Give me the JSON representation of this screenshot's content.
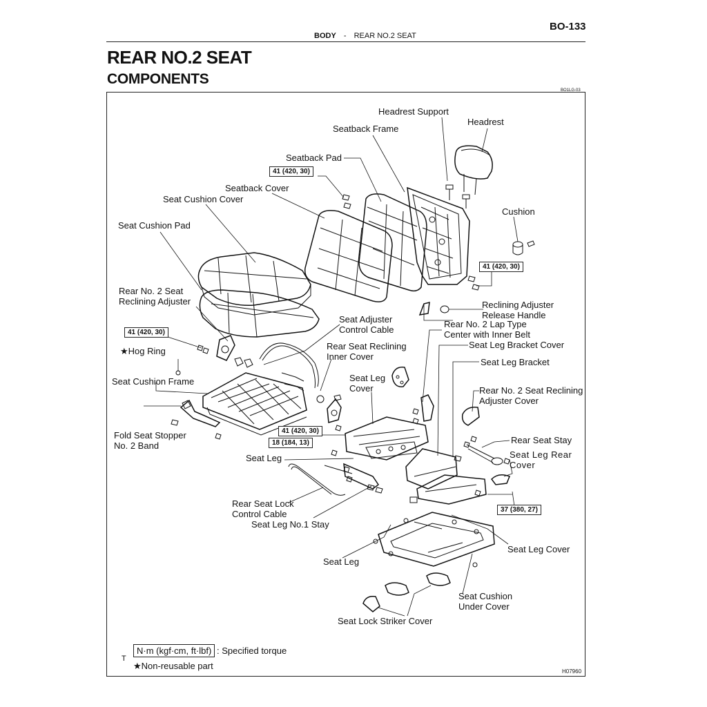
{
  "header": {
    "page_number": "BO-133",
    "section": "BODY",
    "separator": "-",
    "subsection": "REAR NO.2 SEAT"
  },
  "title": "REAR NO.2 SEAT",
  "subtitle": "COMPONENTS",
  "doc_code": "BO1LG-03",
  "figure_id": "H07960",
  "labels": {
    "headrest_support": "Headrest Support",
    "headrest": "Headrest",
    "seatback_frame": "Seatback Frame",
    "seatback_pad": "Seatback Pad",
    "seatback_cover": "Seatback Cover",
    "seat_cushion_cover": "Seat Cushion Cover",
    "cushion": "Cushion",
    "seat_cushion_pad": "Seat Cushion Pad",
    "rear_no2_reclining_adjuster": "Rear No. 2 Seat\nReclining Adjuster",
    "reclining_adjuster_release_handle": "Reclining Adjuster\nRelease Handle",
    "rear_no2_lap_type_center": "Rear No. 2 Lap Type\nCenter with Inner Belt",
    "seat_adjuster_control_cable": "Seat Adjuster\nControl Cable",
    "seat_leg_bracket_cover": "Seat Leg Bracket Cover",
    "hog_ring": "★Hog Ring",
    "rear_seat_reclining_inner_cover": "Rear Seat Reclining\nInner Cover",
    "seat_leg_bracket": "Seat Leg Bracket",
    "seat_cushion_frame": "Seat Cushion Frame",
    "seat_leg_cover_upper": "Seat Leg\nCover",
    "rear_no2_reclining_adjuster_cover": "Rear No. 2 Seat Reclining\nAdjuster Cover",
    "fold_seat_stopper": "Fold Seat Stopper\nNo. 2 Band",
    "rear_seat_stay": "Rear Seat Stay",
    "seat_leg_rear_cover": "Seat Leg Rear\nCover",
    "seat_leg_upper": "Seat Leg",
    "rear_seat_lock_control_cable": "Rear Seat Lock\nControl Cable",
    "seat_leg_no1_stay": "Seat Leg No.1  Stay",
    "seat_leg_cover_lower": "Seat Leg Cover",
    "seat_leg_lower": "Seat Leg",
    "seat_cushion_under_cover": "Seat Cushion\nUnder Cover",
    "seat_lock_striker_cover": "Seat Lock Striker Cover"
  },
  "torques": {
    "t1": "41 (420, 30)",
    "t2": "41 (420, 30)",
    "t3": "41 (420, 30)",
    "t4": "41 (420, 30)",
    "t5": "18 (184, 13)",
    "t6": "37 (380, 27)"
  },
  "legend": {
    "unit_box": "N·m (kgf·cm, ft·lbf)",
    "unit_desc": ": Specified torque",
    "marker": "T",
    "nonreusable": "★Non-reusable  part"
  }
}
